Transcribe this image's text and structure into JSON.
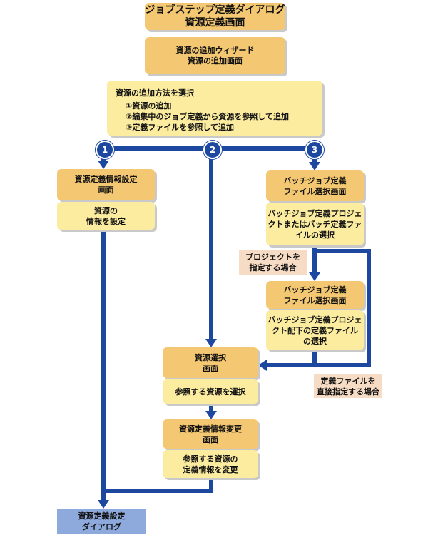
{
  "colors": {
    "header_box": "#f4c872",
    "body_box": "#fbeca0",
    "note_box": "#f6dcc4",
    "end_box": "#8ea9dc",
    "arrow": "#1c48a0"
  },
  "nodes": {
    "jobstep_dialog": {
      "line1": "ジョブステップ定義ダイアログ",
      "line2": "資源定義画面"
    },
    "wizard": {
      "line1": "資源の追加ウィザード",
      "line2": "資源の追加画面"
    },
    "select_method": {
      "title": "資源の追加方法を選択",
      "options": [
        "①資源の追加",
        "②編集中のジョブ定義から資源を参照して追加",
        "③定義ファイルを参照して追加"
      ]
    },
    "resource_info": {
      "header1": "資源定義情報設定",
      "header2": "画面",
      "body1": "資源の",
      "body2": "情報を設定"
    },
    "batch_file_select_1": {
      "header1": "バッチジョブ定義",
      "header2": "ファイル選択画面",
      "body1": "バッチジョブ定義プロジェ",
      "body2": "クトまたはバッチ定義ファ",
      "body3": "イルの選択"
    },
    "batch_file_select_2": {
      "header1": "バッチジョブ定義",
      "header2": "ファイル選択画面",
      "body1": "バッチジョブ定義プロジェ",
      "body2": "クト配下の定義ファイル",
      "body3": "の選択"
    },
    "resource_select": {
      "header1": "資源選択",
      "header2": "画面",
      "body": "参照する資源を選択"
    },
    "resource_info_change": {
      "header1": "資源定義情報変更",
      "header2": "画面",
      "body1": "参照する資源の",
      "body2": "定義情報を変更"
    },
    "resource_def_dialog": {
      "line1": "資源定義設定",
      "line2": "ダイアログ"
    }
  },
  "notes": {
    "project_specified": {
      "line1": "プロジェクトを",
      "line2": "指定する場合"
    },
    "file_direct": {
      "line1": "定義ファイルを",
      "line2": "直接指定する場合"
    }
  },
  "badges": [
    "1",
    "2",
    "3"
  ]
}
